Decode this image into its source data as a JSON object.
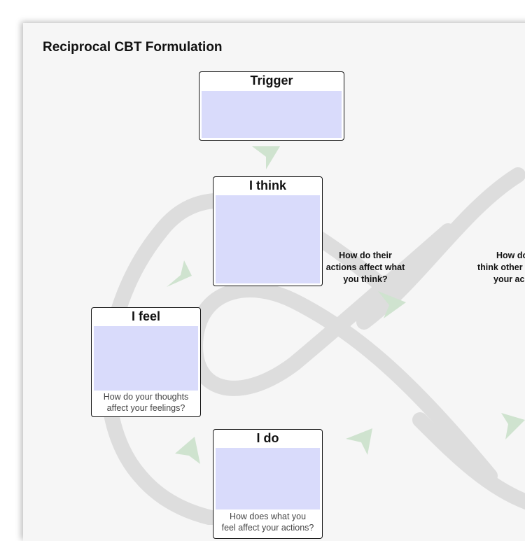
{
  "title": "Reciprocal CBT Formulation",
  "boxes": {
    "trigger": {
      "label": "Trigger"
    },
    "i_think": {
      "label": "I think"
    },
    "i_feel": {
      "label": "I feel",
      "prompt_1": "How do your thoughts",
      "prompt_2": "affect your feelings?"
    },
    "i_do": {
      "label": "I do",
      "prompt_1": "How does what you",
      "prompt_2": "feel affect your actions?"
    }
  },
  "questions": {
    "their_actions": {
      "line1": "How do their",
      "line2": "actions affect what",
      "line3": "you think?"
    },
    "other_think": {
      "line1": "How do",
      "line2": "think other",
      "line3": "your ac"
    }
  },
  "colors": {
    "paper": "#f6f6f6",
    "box_fill": "#d9dbfb",
    "loop_line": "#dddddd",
    "arrow": "#cfe3cf"
  }
}
